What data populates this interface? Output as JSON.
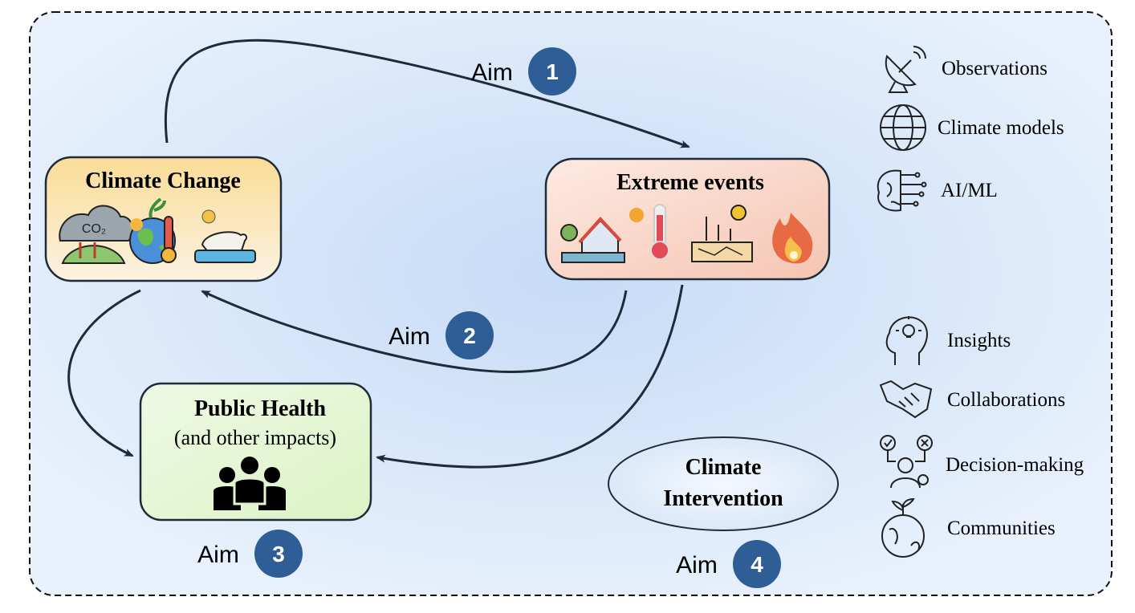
{
  "nodes": {
    "climate_change": {
      "title": "Climate Change",
      "icons": [
        "co2-cloud-icon",
        "earth-thermometer-icon",
        "polar-bear-icon"
      ]
    },
    "extreme_events": {
      "title": "Extreme events",
      "icons": [
        "flood-house-icon",
        "heat-thermometer-icon",
        "drought-icon",
        "fire-icon"
      ]
    },
    "public_health": {
      "title": "Public Health",
      "subtitle": "(and other impacts)",
      "icons": [
        "people-group-icon"
      ]
    },
    "climate_intervention": {
      "line1": "Climate",
      "line2": "Intervention"
    }
  },
  "aims": [
    {
      "label": "Aim",
      "number": "1"
    },
    {
      "label": "Aim",
      "number": "2"
    },
    {
      "label": "Aim",
      "number": "3"
    },
    {
      "label": "Aim",
      "number": "4"
    }
  ],
  "legend_top": [
    {
      "label": "Observations",
      "icon": "satellite-dish-icon"
    },
    {
      "label": "Climate models",
      "icon": "globe-icon"
    },
    {
      "label": "AI/ML",
      "icon": "brain-circuit-icon"
    }
  ],
  "legend_bottom": [
    {
      "label": "Insights",
      "icon": "head-lightbulb-icon"
    },
    {
      "label": "Collaborations",
      "icon": "handshake-icon"
    },
    {
      "label": "Decision-making",
      "icon": "decision-person-icon"
    },
    {
      "label": "Communities",
      "icon": "earth-plant-icon"
    }
  ],
  "colors": {
    "aim_badge": "#2f5d96",
    "arrow": "#1d2b3a",
    "climate_change_fill": "#fae3a6",
    "extreme_events_fill": "#f8d3c4",
    "public_health_fill": "#e2f5cf",
    "intervention_fill": "#e4eefa"
  }
}
